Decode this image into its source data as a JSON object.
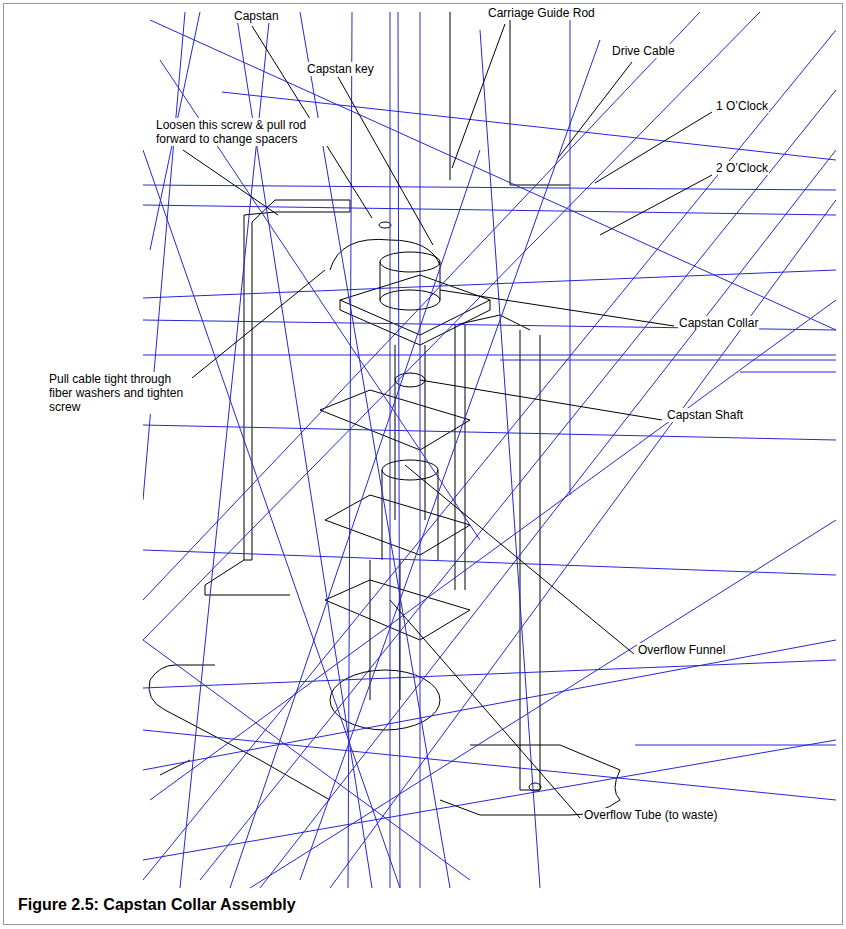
{
  "diagram": {
    "caption": "Figure 2.5:  Capstan Collar Assembly",
    "labels": [
      "Capstan",
      "Carriage Guide Rod",
      "Capstan key",
      "Drive Cable",
      "Loosen this screw & pull rod forward to change spacers",
      "1 O’Clock",
      "2 O’Clock",
      "Capstan Collar",
      "Pull cable tight through fiber washers and tighten screw",
      "Capstan Shaft",
      "Overflow Funnel",
      "Overflow Tube (to waste)"
    ]
  }
}
